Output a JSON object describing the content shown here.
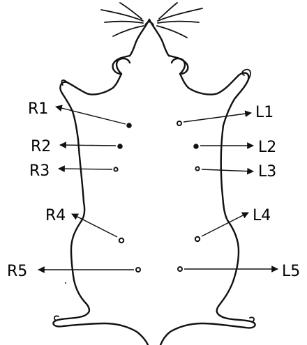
{
  "diagram": {
    "labels": {
      "R1": "R1",
      "R2": "R2",
      "R3": "R3",
      "R4": "R4",
      "R5": "R5",
      "L1": "L1",
      "L2": "L2",
      "L3": "L3",
      "L4": "L4",
      "L5": "L5"
    },
    "colors": {
      "line": "#111111",
      "background": "#ffffff"
    }
  }
}
